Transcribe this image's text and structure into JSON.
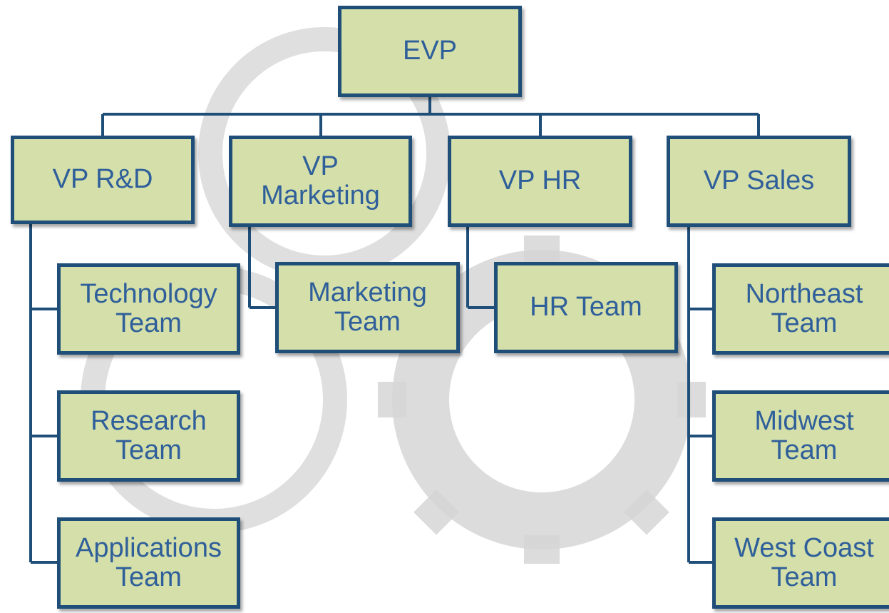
{
  "org_chart": {
    "root": {
      "label": "EVP"
    },
    "vps": [
      {
        "label": "VP R&D"
      },
      {
        "label": "VP\nMarketing"
      },
      {
        "label": "VP HR"
      },
      {
        "label": "VP Sales"
      }
    ],
    "teams": {
      "rnd": [
        {
          "label": "Technology\nTeam"
        },
        {
          "label": "Research\nTeam"
        },
        {
          "label": "Applications\nTeam"
        }
      ],
      "marketing": [
        {
          "label": "Marketing\nTeam"
        }
      ],
      "hr": [
        {
          "label": "HR Team"
        }
      ],
      "sales": [
        {
          "label": "Northeast\nTeam"
        },
        {
          "label": "Midwest\nTeam"
        },
        {
          "label": "West Coast\nTeam"
        }
      ]
    }
  },
  "colors": {
    "box_fill": "#d4dfa9",
    "box_border": "#1f4e79",
    "text": "#2f5f9a",
    "connector": "#1f4e79",
    "background_gears": "#d9d9d9"
  }
}
